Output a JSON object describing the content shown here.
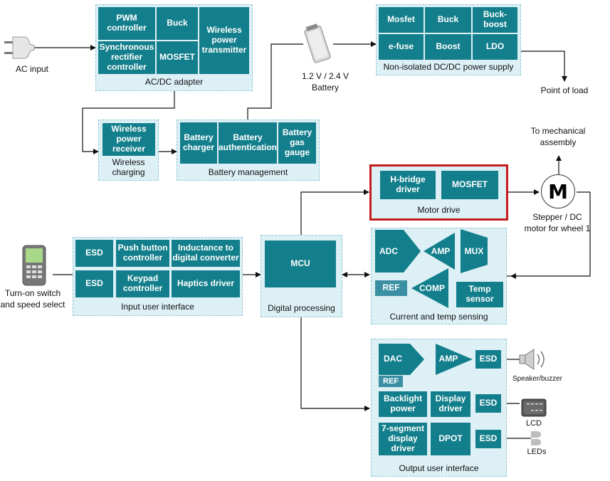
{
  "ac_input": "AC input",
  "acdc": {
    "group": "AC/DC adapter",
    "pwm": "PWM controller",
    "buck": "Buck",
    "wireless_tx": "Wireless power transmitter",
    "sync_rect": "Synchronous rectifier controller",
    "mosfet": "MOSFET"
  },
  "battery": {
    "label": "1.2 V / 2.4 V\nBattery"
  },
  "nonisolated": {
    "group": "Non-isolated DC/DC power supply",
    "mosfet": "Mosfet",
    "buck": "Buck",
    "buck_boost": "Buck-boost",
    "efuse": "e-fuse",
    "boost": "Boost",
    "ldo": "LDO"
  },
  "point_of_load": "Point of load",
  "wireless_charging": {
    "group": "Wireless charging",
    "receiver": "Wireless power receiver"
  },
  "battery_mgmt": {
    "group": "Battery management",
    "charger": "Battery charger",
    "auth": "Battery authentication",
    "gauge": "Battery gas gauge"
  },
  "mechanical": "To mechanical\nassembly",
  "motor_drive": {
    "group": "Motor drive",
    "hbridge": "H-bridge driver",
    "mosfet": "MOSFET"
  },
  "motor": {
    "symbol": "M",
    "label": "Stepper / DC\nmotor for wheel 1"
  },
  "turn_on": "Turn-on switch\nand speed select",
  "input_ui": {
    "group": "Input user interface",
    "esd1": "ESD",
    "esd2": "ESD",
    "push": "Push button controller",
    "inductance": "Inductance to digital converter",
    "keypad": "Keypad controller",
    "haptics": "Haptics driver"
  },
  "digital": {
    "group": "Digital processing",
    "mcu": "MCU"
  },
  "sensing": {
    "group": "Current and temp sensing",
    "adc": "ADC",
    "amp": "AMP",
    "mux": "MUX",
    "ref": "REF",
    "comp": "COMP",
    "temp": "Temp sensor"
  },
  "output_ui": {
    "group": "Output user interface",
    "dac": "DAC",
    "amp": "AMP",
    "esd1": "ESD",
    "ref": "REF",
    "backlight": "Backlight power",
    "display": "Display driver",
    "esd2": "ESD",
    "seg": "7-segment display driver",
    "dpot": "DPOT",
    "esd3": "ESD"
  },
  "outputs": {
    "speaker": "Speaker/buzzer",
    "lcd": "LCD",
    "leds": "LEDs"
  },
  "colors": {
    "block": "#147f8c",
    "group_bg": "#dcf0f5",
    "highlight": "#c41b1b"
  }
}
